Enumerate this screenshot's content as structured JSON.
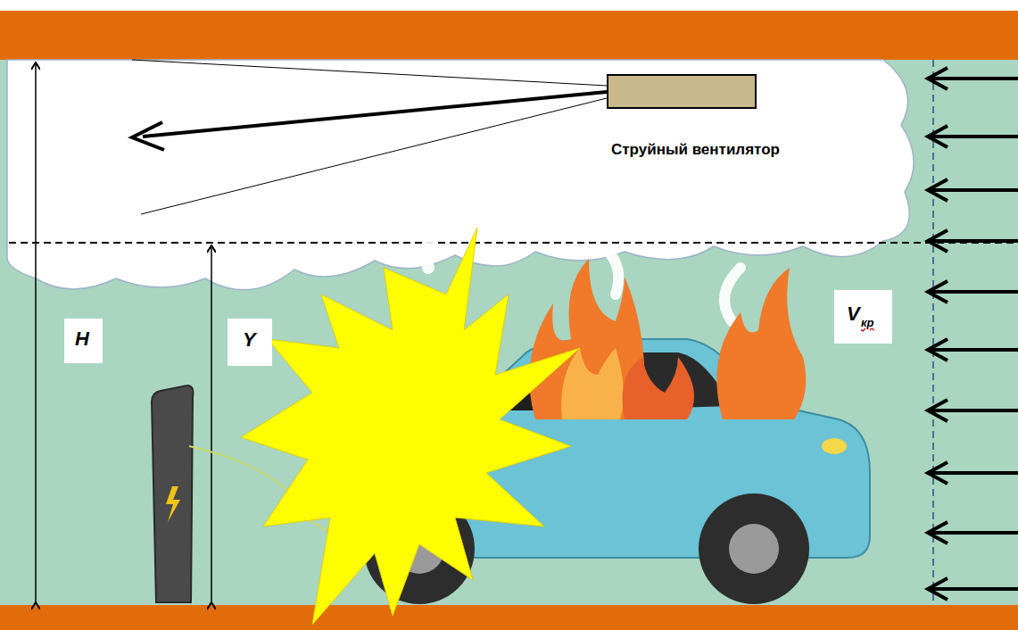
{
  "diagram": {
    "nodes": [
      {
        "text": [
          "Струйный вентилятор"
        ]
      },
      {
        "text": [
          "H"
        ]
      },
      {
        "text": [
          "Y"
        ]
      },
      {
        "text": [
          "V",
          "кр"
        ]
      }
    ]
  }
}
